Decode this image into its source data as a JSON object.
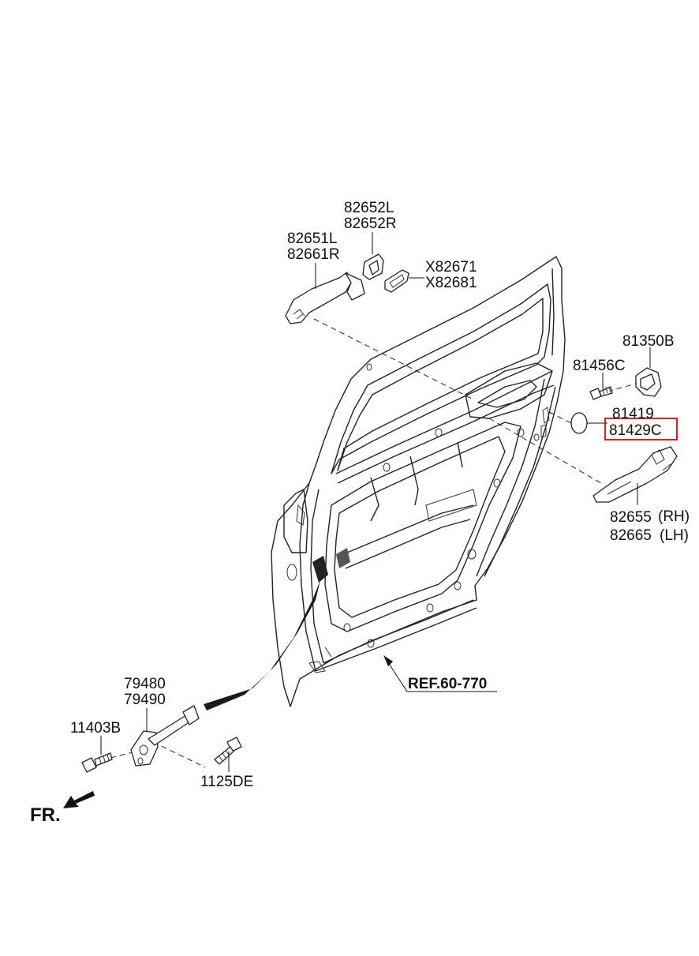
{
  "diagram": {
    "parts": {
      "p82652": [
        "82652L",
        "82652R"
      ],
      "p82651": [
        "82651L",
        "82661R"
      ],
      "p82671": [
        "X82671",
        "X82681"
      ],
      "p81350": "81350B",
      "p81456": "81456C",
      "p81419": "81419",
      "p81429": "81429C",
      "p82655": [
        "82655",
        "82665"
      ],
      "p82655_side": [
        "(RH)",
        "(LH)"
      ],
      "p79480": [
        "79480",
        "79490"
      ],
      "p11403": "11403B",
      "p1125": "1125DE"
    },
    "reference": "REF.60-770",
    "direction": "FR.",
    "highlight_color": "#e0201c"
  }
}
